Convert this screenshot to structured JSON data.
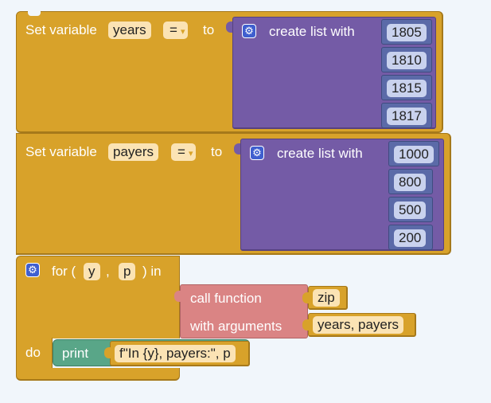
{
  "block1": {
    "prefix": "Set variable",
    "var_name": "years",
    "operator": "=",
    "to_label": "to",
    "list_label": "create list with",
    "items": [
      "1805",
      "1810",
      "1815",
      "1817"
    ]
  },
  "block2": {
    "prefix": "Set variable",
    "var_name": "payers",
    "operator": "=",
    "to_label": "to",
    "list_label": "create list with",
    "items": [
      "1000",
      "800",
      "500",
      "200"
    ]
  },
  "loop": {
    "for_label": "for (",
    "var1": "y",
    "comma": ",",
    "var2": "p",
    "in_label": ") in",
    "call_label": "call function",
    "function_name": "zip",
    "args_label": "with arguments",
    "args_value": "years, payers",
    "do_label": "do",
    "print_label": "print",
    "print_value": "f\"In {y}, payers:\", p"
  },
  "colors": {
    "variable_block": "#d8a22a",
    "list_block": "#745ba6",
    "call_block": "#da8484",
    "print_block": "#59a688",
    "number_block": "#5b6aa8",
    "gear_icon": "#3f5fcf"
  },
  "icons": {
    "mutator": "gear-icon",
    "dropdown": "dropdown-arrow-icon"
  }
}
